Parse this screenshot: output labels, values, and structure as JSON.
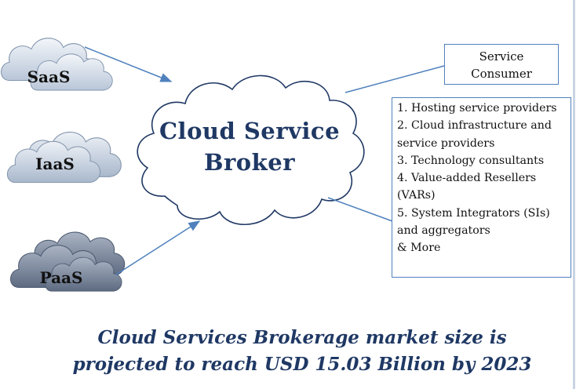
{
  "broker": {
    "line1": "Cloud Service",
    "line2": "Broker"
  },
  "clouds": {
    "saas": "SaaS",
    "iaas": "IaaS",
    "paas": "PaaS"
  },
  "consumer": {
    "line1": "Service",
    "line2": "Consumer"
  },
  "list": [
    "1. Hosting service providers",
    "2. Cloud infrastructure and",
    "service providers",
    "3. Technology consultants",
    "4. Value-added Resellers",
    "(VARs)",
    "5.  System Integrators (SIs)",
    "and aggregators",
    "& More"
  ],
  "footer": {
    "line1": "Cloud Services Brokerage market size is",
    "line2": "projected to reach USD 15.03 Billion by 2023"
  },
  "colors": {
    "title": "#1f3864",
    "outline": "#4f81bd",
    "arrow": "#4f81bd",
    "cloud_light": "#dce6f2",
    "cloud_mid": "#c4d0e0",
    "cloud_dark": "#6b7a91"
  }
}
